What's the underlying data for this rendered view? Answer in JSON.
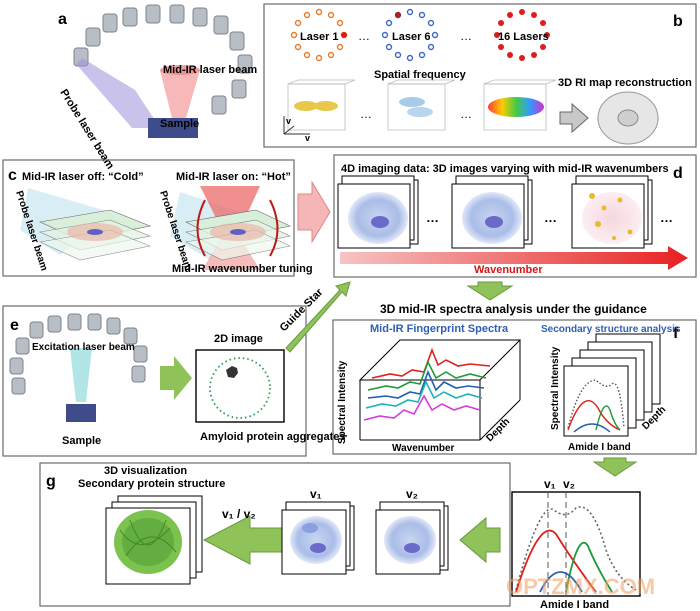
{
  "panels": {
    "a": {
      "letter": "a",
      "mid_ir_beam": "Mid-IR laser beam",
      "probe_beam": "Probe laser beam",
      "sample": "Sample"
    },
    "b": {
      "letter": "b",
      "laser1": "Laser 1",
      "laser6": "Laser 6",
      "lasers16": "16 Lasers",
      "dots": "…",
      "spatial_frequency": "Spatial frequency",
      "reconstruction": "3D RI map reconstruction",
      "axis_vz": "v",
      "axis_vz_sub": "z",
      "axis_vy": "v",
      "axis_vy_sub": "y",
      "axis_vx": "v",
      "axis_vx_sub": "x"
    },
    "c": {
      "letter": "c",
      "cold": "Mid-IR laser off: “Cold”",
      "hot": "Mid-IR laser on: “Hot”",
      "probe_beam": "Probe laser beam",
      "tuning": "Mid-IR wavenumber tuning"
    },
    "d": {
      "letter": "d",
      "title": "4D imaging data: 3D images varying with mid-IR wavenumbers",
      "wavenumber": "Wavenumber",
      "dots": "…"
    },
    "e": {
      "letter": "e",
      "excitation": "Excitation laser beam",
      "sample": "Sample",
      "image2d": "2D image",
      "aggregates": "Amyloid protein aggregates",
      "guide_star": "Guide Star"
    },
    "analysis_title": "3D mid-IR spectra analysis under the guidance",
    "f": {
      "letter": "f",
      "fingerprint": "Mid-IR Fingerprint Spectra",
      "secondary": "Secondary structure analysis",
      "spectral_intensity": "Spectral Intensity",
      "wavenumber": "Wavenumber",
      "depth": "Depth",
      "amide": "Amide I band"
    },
    "g": {
      "letter": "g",
      "title1": "3D visualization",
      "title2": "Secondary protein structure",
      "ratio": "v₁ / v₂",
      "v1": "v₁",
      "v2": "v₂",
      "amide": "Amide I band"
    },
    "watermark": "OPTZMX.COM"
  },
  "colors": {
    "red": "#e0201c",
    "green": "#8fc35a",
    "blue": "#2f5fb4",
    "teal": "#2ea0a0",
    "laser_orange": "#e87a2a"
  }
}
